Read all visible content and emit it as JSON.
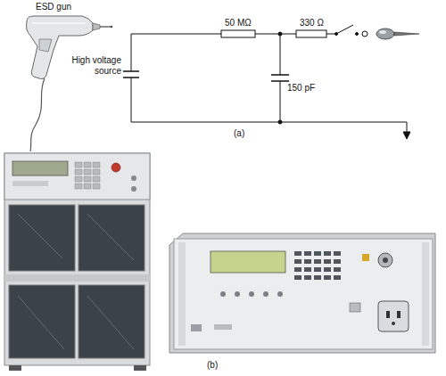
{
  "diagram": {
    "labels": [
      "ESD gun",
      "High voltage source",
      "50 MΩ",
      "330 Ω",
      "150 pF",
      "(a)",
      "(b)"
    ]
  }
}
